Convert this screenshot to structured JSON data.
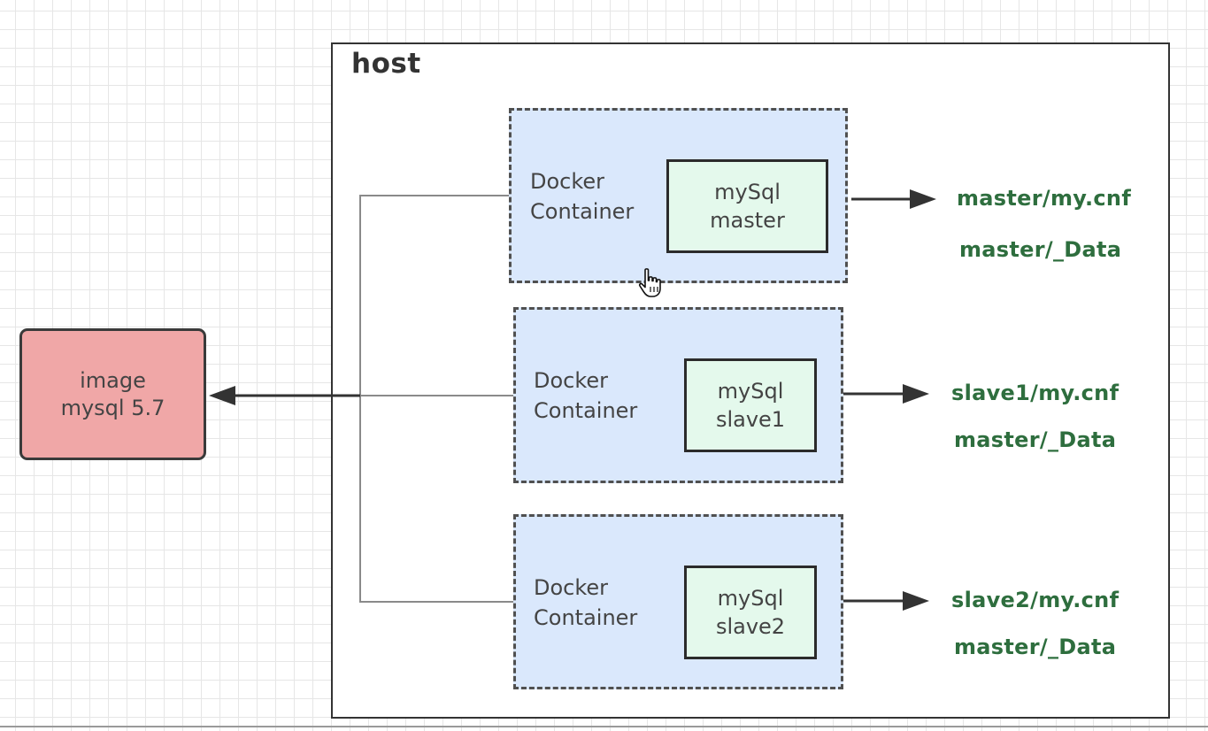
{
  "host": {
    "label": "host"
  },
  "image": {
    "line1": "image",
    "line2": "mysql 5.7"
  },
  "containers": [
    {
      "label_line1": "Docker",
      "label_line2": "Container",
      "mysql_line1": "mySql",
      "mysql_line2": "master",
      "config_path": "master/my.cnf",
      "data_path": "master/_Data"
    },
    {
      "label_line1": "Docker",
      "label_line2": "Container",
      "mysql_line1": "mySql",
      "mysql_line2": "slave1",
      "config_path": "slave1/my.cnf",
      "data_path": "master/_Data"
    },
    {
      "label_line1": "Docker",
      "label_line2": "Container",
      "mysql_line1": "mySql",
      "mysql_line2": "slave2",
      "config_path": "slave2/my.cnf",
      "data_path": "master/_Data"
    }
  ],
  "colors": {
    "image_fill": "#f0a7a7",
    "container_fill": "#dae8fc",
    "mysql_fill": "#e4f9ec",
    "path_text": "#2e6e3e"
  },
  "icons": {
    "cursor": "hand-pointer-icon"
  }
}
